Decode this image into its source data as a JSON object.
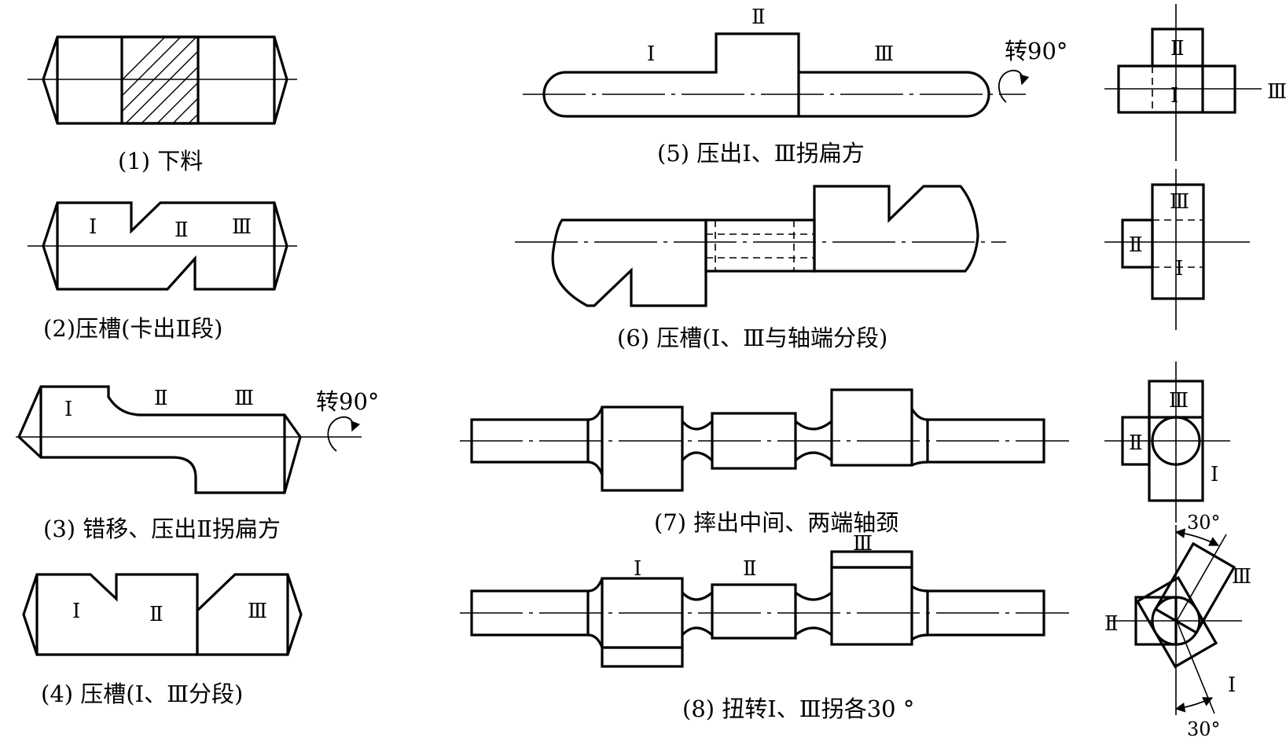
{
  "captions": {
    "s1": "(1)  下料",
    "s2": "(2)压槽(卡出Ⅱ段)",
    "s3": "(3)  错移、压出Ⅱ拐扁方",
    "s4": "(4) 压槽(Ⅰ、Ⅲ分段)",
    "s5": "(5) 压出Ⅰ、Ⅲ拐扁方",
    "s6": "(6)  压槽(Ⅰ、Ⅲ与轴端分段)",
    "s7": "(7)  摔出中间、两端轴颈",
    "s8": "(8) 扭转Ⅰ、Ⅲ拐各30 °"
  },
  "roman": {
    "one": "Ⅰ",
    "two": "Ⅱ",
    "three": "Ⅲ"
  },
  "annotations": {
    "rotate90": "转90°",
    "angle30": "30°"
  }
}
